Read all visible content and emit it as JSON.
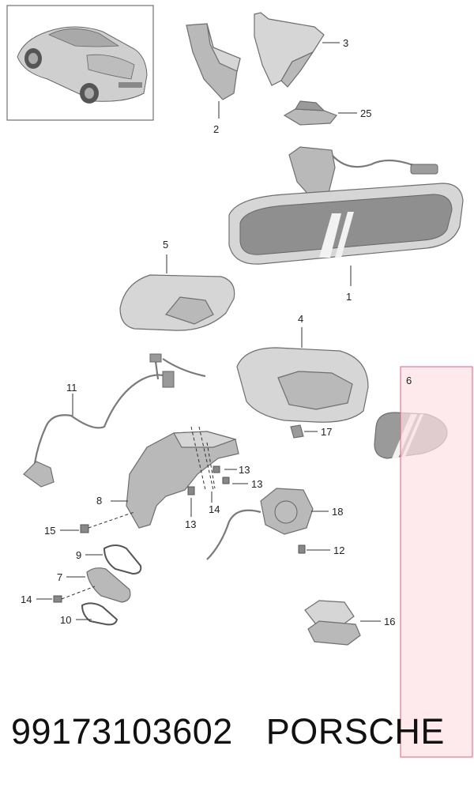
{
  "callouts": {
    "c1": "1",
    "c2": "2",
    "c3": "3",
    "c4": "4",
    "c5": "5",
    "c6": "6",
    "c7": "7",
    "c8": "8",
    "c9": "9",
    "c10": "10",
    "c11": "11",
    "c12": "12",
    "c13a": "13",
    "c13b": "13",
    "c13c": "13",
    "c14a": "14",
    "c14b": "14",
    "c15": "15",
    "c16": "16",
    "c17": "17",
    "c18": "18",
    "c25": "25"
  },
  "footer": {
    "part_number": "99173103602",
    "brand": "PORSCHE"
  },
  "colors": {
    "highlight_fill": "#fde0e4",
    "highlight_stroke": "#e0607a",
    "callout_6": "#777777"
  },
  "icons": [
    "car-thumbnail-icon"
  ]
}
